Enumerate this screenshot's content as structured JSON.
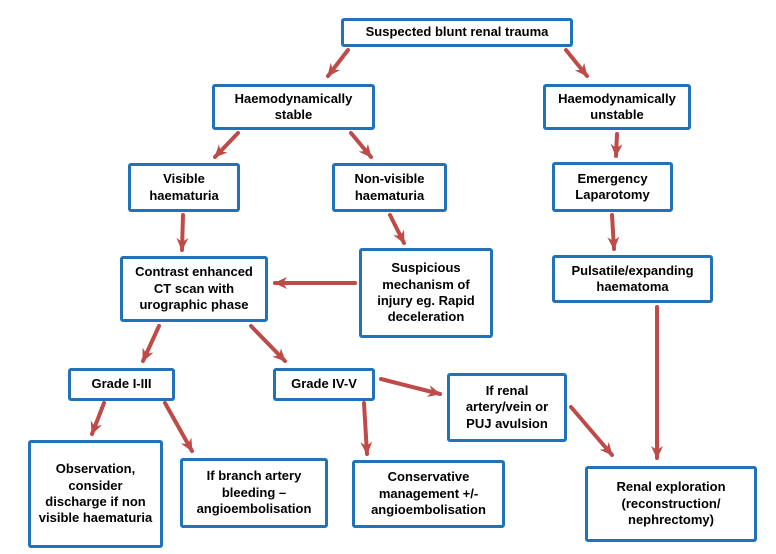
{
  "colors": {
    "box_border": "#2272B9",
    "arrow": "#BE4B48",
    "text": "#000000",
    "background": "#FFFFFF"
  },
  "nodes": {
    "suspected": {
      "label": "Suspected blunt renal trauma"
    },
    "stable": {
      "label": "Haemodynamically stable"
    },
    "unstable": {
      "label": "Haemodynamically unstable"
    },
    "visible": {
      "label": "Visible haematuria"
    },
    "nonvisible": {
      "label": "Non-visible haematuria"
    },
    "emergency": {
      "label": "Emergency Laparotomy"
    },
    "ct": {
      "label": "Contrast enhanced CT scan with urographic phase"
    },
    "suspicious": {
      "label": "Suspicious mechanism of injury eg. Rapid deceleration"
    },
    "pulsatile": {
      "label": "Pulsatile/expanding haematoma"
    },
    "grade13": {
      "label": "Grade I-III"
    },
    "grade45": {
      "label": "Grade IV-V"
    },
    "ifrenal": {
      "label": "If renal artery/vein or PUJ avulsion"
    },
    "observation": {
      "label": "Observation, consider discharge if non visible haematuria"
    },
    "ifbranch": {
      "label": "If branch artery bleeding – angioembolisation"
    },
    "conservative": {
      "label": "Conservative management +/- angioembolisation"
    },
    "renal": {
      "label": "Renal exploration (reconstruction/ nephrectomy)"
    }
  },
  "edges": [
    {
      "from": "suspected",
      "to": "stable"
    },
    {
      "from": "suspected",
      "to": "unstable"
    },
    {
      "from": "stable",
      "to": "visible"
    },
    {
      "from": "stable",
      "to": "nonvisible"
    },
    {
      "from": "unstable",
      "to": "emergency"
    },
    {
      "from": "visible",
      "to": "ct"
    },
    {
      "from": "nonvisible",
      "to": "suspicious"
    },
    {
      "from": "emergency",
      "to": "pulsatile"
    },
    {
      "from": "suspicious",
      "to": "ct"
    },
    {
      "from": "ct",
      "to": "grade13"
    },
    {
      "from": "ct",
      "to": "grade45"
    },
    {
      "from": "grade13",
      "to": "observation"
    },
    {
      "from": "grade13",
      "to": "ifbranch"
    },
    {
      "from": "grade45",
      "to": "conservative"
    },
    {
      "from": "grade45",
      "to": "ifrenal"
    },
    {
      "from": "ifrenal",
      "to": "renal"
    },
    {
      "from": "pulsatile",
      "to": "renal"
    }
  ]
}
